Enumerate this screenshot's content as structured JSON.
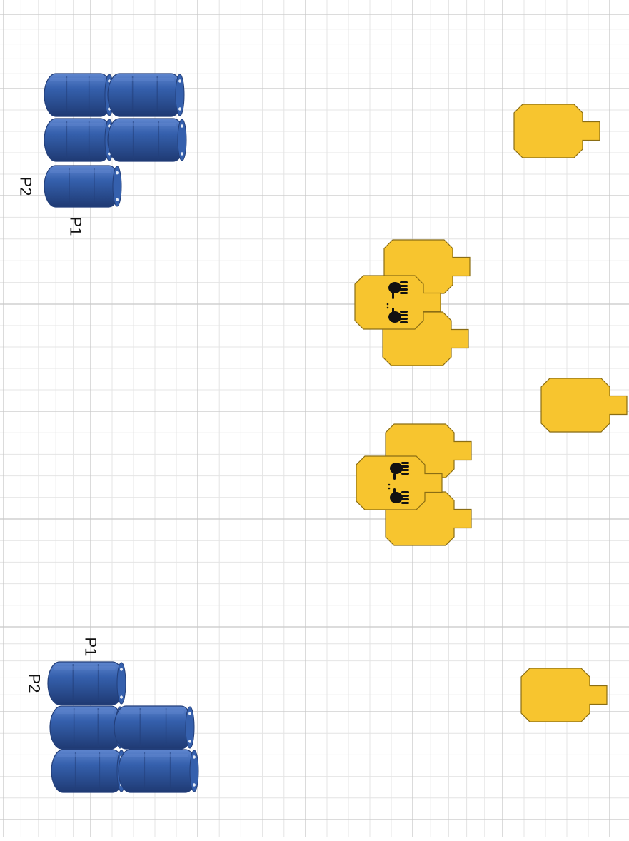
{
  "colors": {
    "grid_minor": "#e4e4e4",
    "grid_major": "#c8c8c8",
    "barrel_dark": "#233f7a",
    "barrel_mid": "#3560ad",
    "barrel_light": "#5f86cf",
    "target_fill": "#f7c52f",
    "target_stroke": "#8a6d14",
    "hand_print": "#111111"
  },
  "labels": {
    "top_group_p1": "P1",
    "top_group_p2": "P2",
    "bottom_group_p1": "P1",
    "bottom_group_p2": "P2"
  },
  "barrel_groups": [
    {
      "name": "top",
      "barrels": 5
    },
    {
      "name": "bottom",
      "barrels": 5
    }
  ],
  "targets": [
    {
      "name": "target-no-threat",
      "handprints": 0
    },
    {
      "name": "target-no-threat",
      "handprints": 0
    },
    {
      "name": "target-no-threat",
      "handprints": 0
    },
    {
      "name": "target-no-threat",
      "handprints": 0
    },
    {
      "name": "target-no-threat",
      "handprints": 0
    },
    {
      "name": "target-no-threat",
      "handprints": 0
    },
    {
      "name": "target-handprints",
      "handprints": 2
    },
    {
      "name": "target-handprints",
      "handprints": 2
    },
    {
      "name": "target-no-threat",
      "handprints": 0
    }
  ]
}
